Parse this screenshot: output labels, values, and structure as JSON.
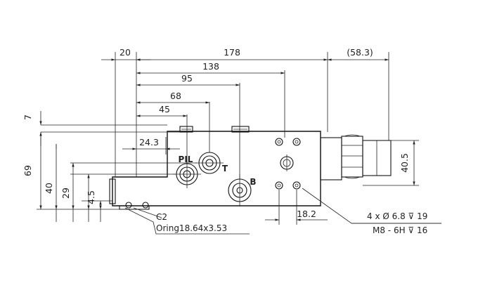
{
  "dimensions": {
    "d20": "20",
    "d178": "178",
    "d58_3": "(58.3)",
    "d138": "138",
    "d95": "95",
    "d68": "68",
    "d45": "45",
    "d24_3": "24.3",
    "d7": "7",
    "d69": "69",
    "d40": "40",
    "d29": "29",
    "d4_5": "4.5",
    "d40_5": "40.5",
    "d18_2": "18.2"
  },
  "ports": {
    "pil": "PIL",
    "t": "T",
    "b": "B"
  },
  "callouts": {
    "c2": "C2",
    "oring": "Oring18.64x3.53",
    "holes": "4 x Ø 6.8 ⊽ 19",
    "thread": "M8 - 6H ⊽ 16"
  }
}
